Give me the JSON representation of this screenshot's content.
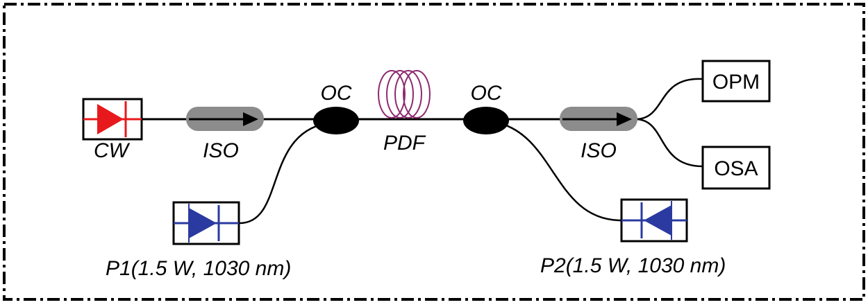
{
  "components": {
    "cw_laser": {
      "label": "CW",
      "color": "#e8191c"
    },
    "isolator_1": {
      "label": "ISO"
    },
    "coupler_1": {
      "label": "OC"
    },
    "fiber": {
      "label": "PDF",
      "color": "#8e2a6e"
    },
    "coupler_2": {
      "label": "OC"
    },
    "isolator_2": {
      "label": "ISO"
    },
    "pump_1": {
      "label": "P1(1.5 W, 1030 nm)",
      "color": "#2a3aa0"
    },
    "pump_2": {
      "label": "P2(1.5 W, 1030 nm)",
      "color": "#2a3aa0"
    },
    "power_meter": {
      "label": "OPM"
    },
    "spectrum_analyzer": {
      "label": "OSA"
    }
  },
  "colors": {
    "isolator_body": "#8c8c8c",
    "fiber_line": "#000000",
    "frame": "#000000"
  }
}
